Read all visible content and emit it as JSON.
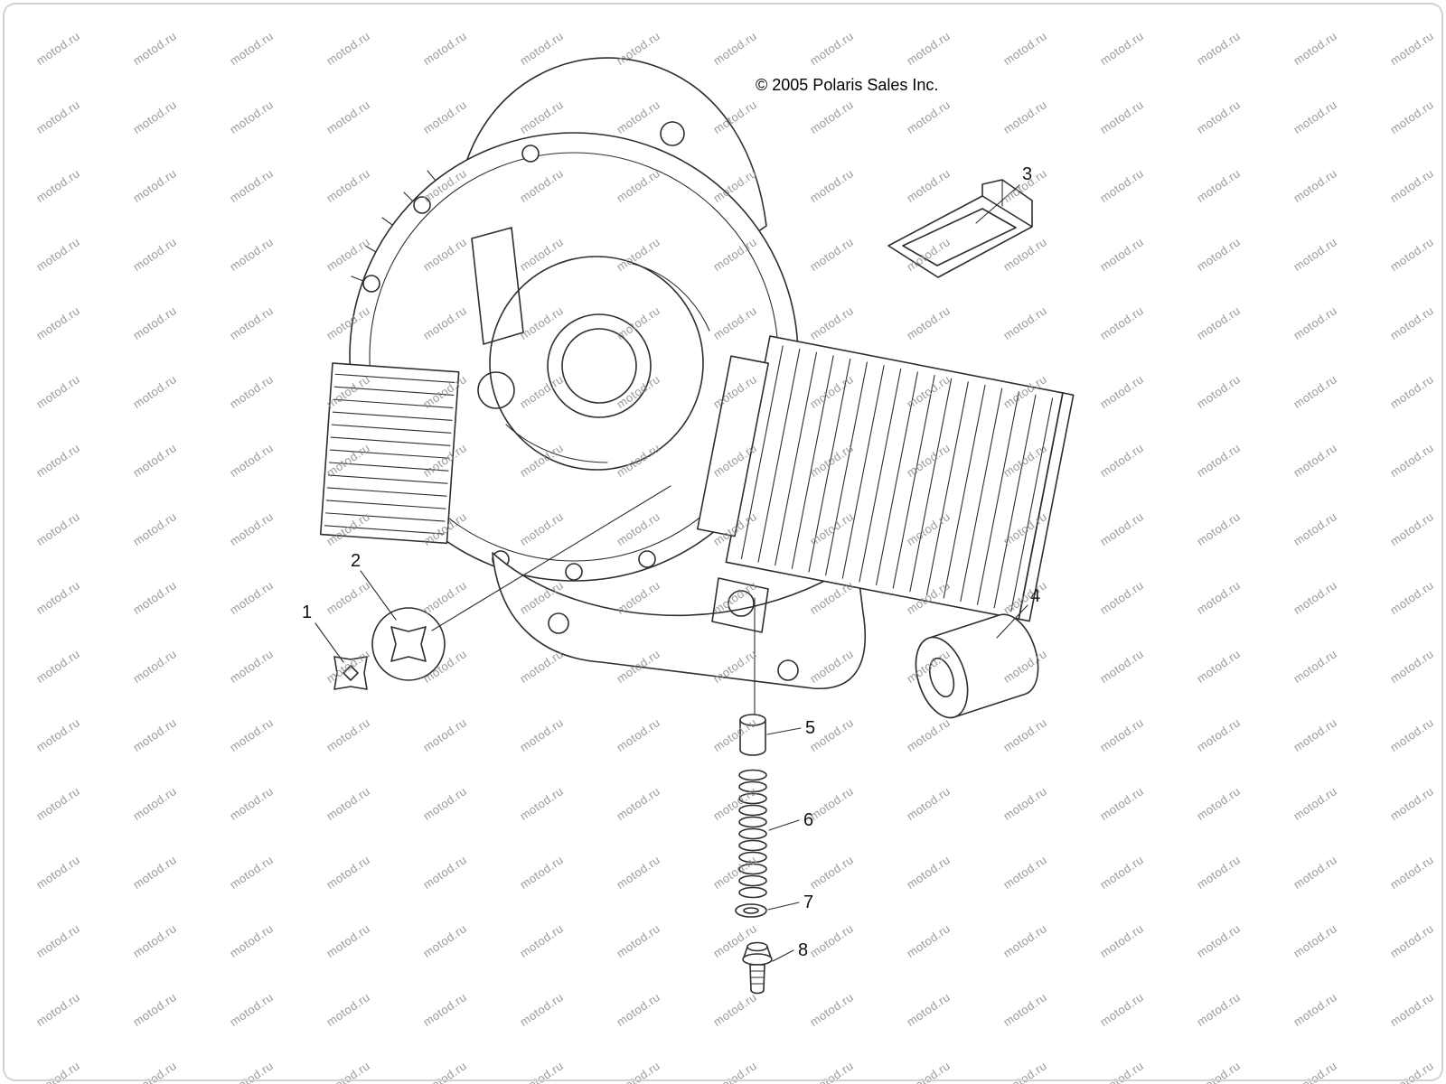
{
  "copyright": "© 2005 Polaris Sales Inc.",
  "watermark": {
    "text": "motod.ru",
    "color": "#8a8a8a"
  },
  "colors": {
    "line": "#2e2e2e",
    "border": "#d2d2d2",
    "background": "#ffffff"
  },
  "callouts": [
    {
      "label": "1"
    },
    {
      "label": "2"
    },
    {
      "label": "3"
    },
    {
      "label": "4"
    },
    {
      "label": "5"
    },
    {
      "label": "6"
    },
    {
      "label": "7"
    },
    {
      "label": "8"
    }
  ]
}
